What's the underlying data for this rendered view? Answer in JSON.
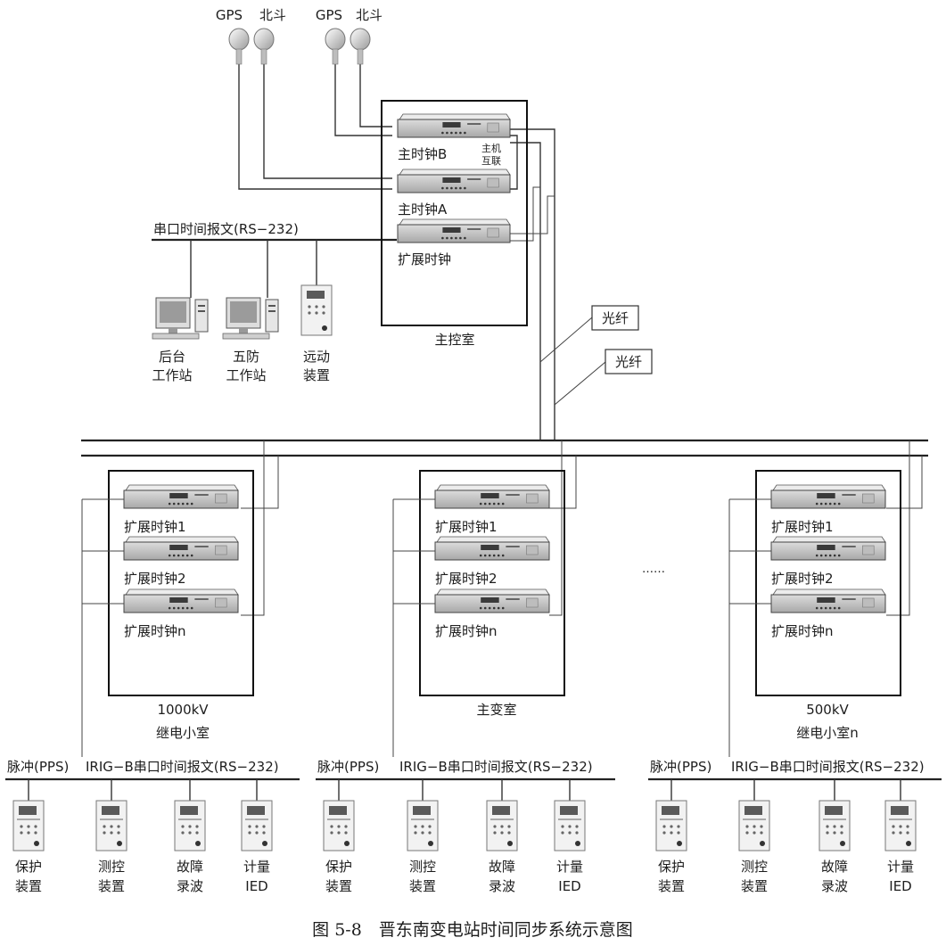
{
  "antennas": [
    "GPS",
    "北斗",
    "GPS",
    "北斗"
  ],
  "control_room": {
    "title": "主控室",
    "clocks": [
      "主时钟B",
      "主时钟A",
      "扩展时钟"
    ],
    "interconnect": [
      "主机",
      "互联"
    ]
  },
  "serial_bus_label": "串口时间报文(RS−232)",
  "workstations": [
    {
      "line1": "后台",
      "line2": "工作站"
    },
    {
      "line1": "五防",
      "line2": "工作站"
    },
    {
      "line1": "远动",
      "line2": "装置"
    }
  ],
  "fiber_labels": [
    "光纤",
    "光纤"
  ],
  "rooms": [
    {
      "clocks": [
        "扩展时钟1",
        "扩展时钟2",
        "扩展时钟n"
      ],
      "caption1": "1000kV",
      "caption2": "继电小室"
    },
    {
      "clocks": [
        "扩展时钟1",
        "扩展时钟2",
        "扩展时钟n"
      ],
      "caption1": "主变室",
      "caption2": ""
    },
    {
      "clocks": [
        "扩展时钟1",
        "扩展时钟2",
        "扩展时钟n"
      ],
      "caption1": "500kV",
      "caption2": "继电小室n"
    }
  ],
  "ellipsis": "……",
  "bottom_groups": [
    {
      "pps_label": "脉冲(PPS)",
      "irig_label": "IRIG−B串口时间报文(RS−232)",
      "devices": [
        {
          "line1": "保护",
          "line2": "装置"
        },
        {
          "line1": "测控",
          "line2": "装置"
        },
        {
          "line1": "故障",
          "line2": "录波"
        },
        {
          "line1": "计量",
          "line2": "IED"
        }
      ]
    },
    {
      "pps_label": "脉冲(PPS)",
      "irig_label": "IRIG−B串口时间报文(RS−232)",
      "devices": [
        {
          "line1": "保护",
          "line2": "装置"
        },
        {
          "line1": "测控",
          "line2": "装置"
        },
        {
          "line1": "故障",
          "line2": "录波"
        },
        {
          "line1": "计量",
          "line2": "IED"
        }
      ]
    },
    {
      "pps_label": "脉冲(PPS)",
      "irig_label": "IRIG−B串口时间报文(RS−232)",
      "devices": [
        {
          "line1": "保护",
          "line2": "装置"
        },
        {
          "line1": "测控",
          "line2": "装置"
        },
        {
          "line1": "故障",
          "line2": "录波"
        },
        {
          "line1": "计量",
          "line2": "IED"
        }
      ]
    }
  ],
  "caption": "图 5-8　晋东南变电站时间同步系统示意图"
}
